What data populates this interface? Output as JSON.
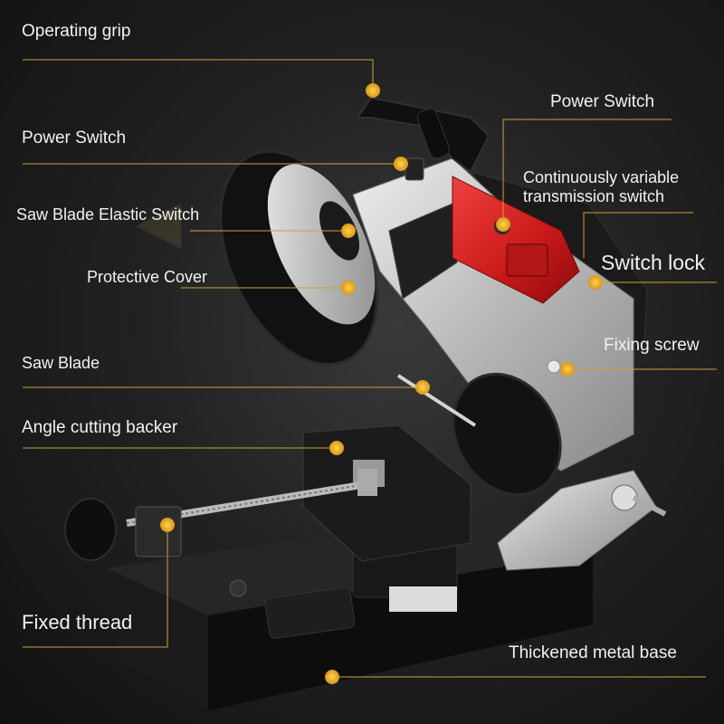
{
  "colors": {
    "background": "#1c1c1c",
    "leader_line": "#c9a23a",
    "marker": "#f0b429",
    "saw_body_red": "#d42020",
    "metal": "#c8c8c8",
    "rubber": "#151515"
  },
  "labels": {
    "operating_grip": "Operating grip",
    "power_switch_left": "Power Switch",
    "saw_blade_elastic_switch": "Saw Blade Elastic Switch",
    "protective_cover": "Protective Cover",
    "saw_blade": "Saw Blade",
    "angle_cutting_backer": "Angle cutting backer",
    "fixed_thread": "Fixed thread",
    "power_switch_right": "Power Switch",
    "continuously_variable_line1": "Continuously variable",
    "continuously_variable_line2": "transmission switch",
    "switch_lock": "Switch lock",
    "fixing_screw": "Fixing screw",
    "thickened_metal_base": "Thickened metal base"
  }
}
